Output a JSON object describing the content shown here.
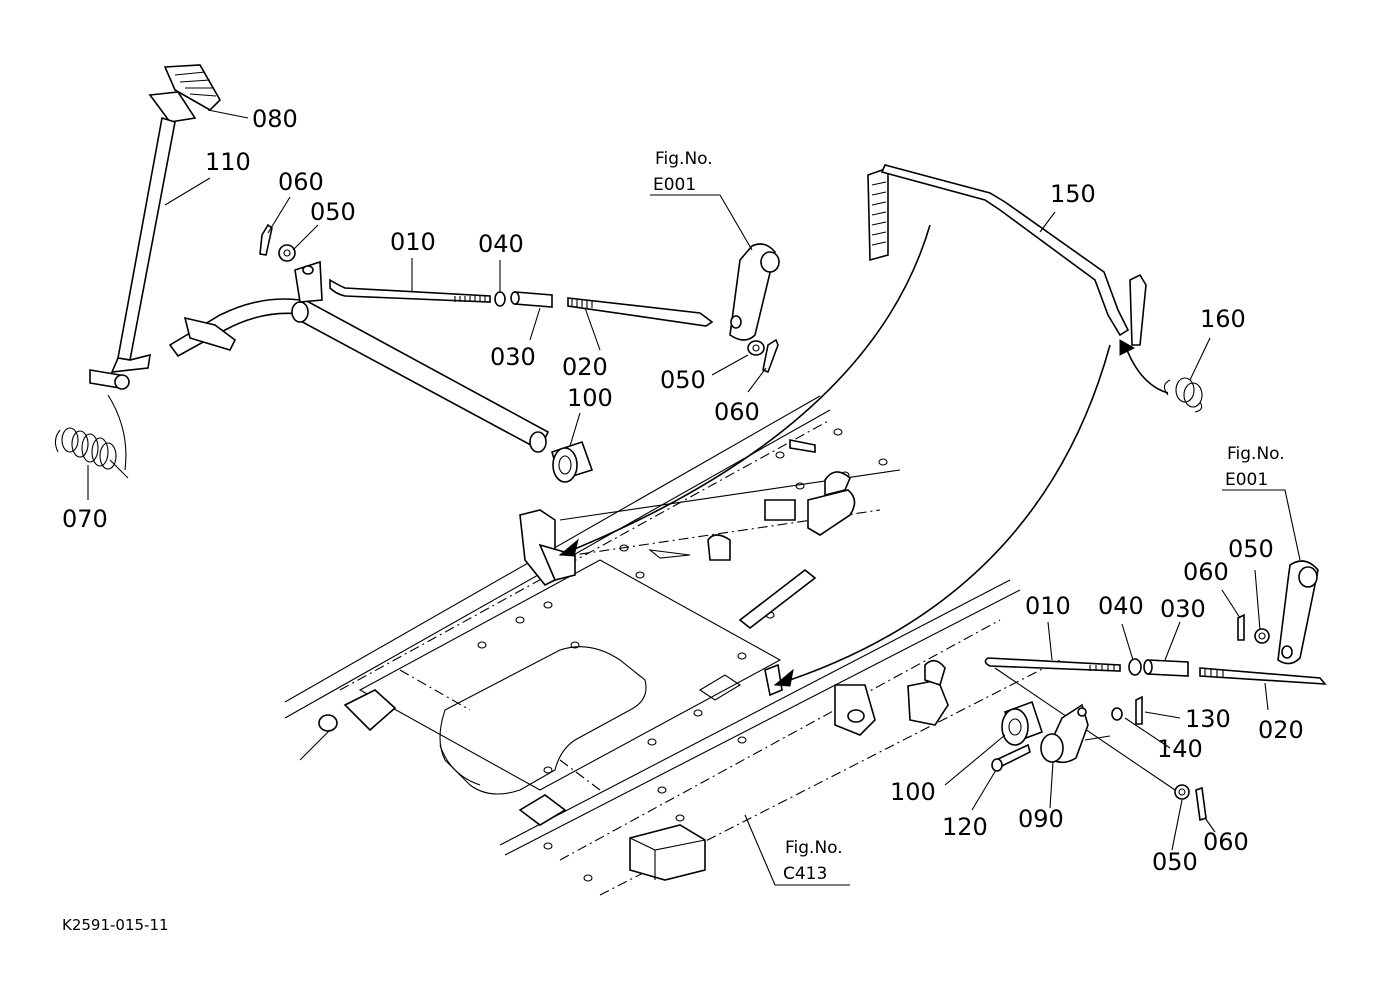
{
  "diagram_code": "K2591-015-11",
  "fig_refs": {
    "e001_top": {
      "line1": "Fig.No.",
      "line2": "E001"
    },
    "e001_right": {
      "line1": "Fig.No.",
      "line2": "E001"
    },
    "c413_bottom": {
      "line1": "Fig.No.",
      "line2": "C413"
    }
  },
  "callouts": {
    "p080": "080",
    "p110": "110",
    "p060a": "060",
    "p050a": "050",
    "p010a": "010",
    "p040a": "040",
    "p030a": "030",
    "p020a": "020",
    "p050b": "050",
    "p060b": "060",
    "p100a": "100",
    "p070": "070",
    "p150": "150",
    "p160": "160",
    "p050c": "050",
    "p060c": "060",
    "p010b": "010",
    "p040b": "040",
    "p030b": "030",
    "p130": "130",
    "p020b": "020",
    "p140": "140",
    "p100b": "100",
    "p120": "120",
    "p090": "090",
    "p050d": "050",
    "p060d": "060"
  }
}
